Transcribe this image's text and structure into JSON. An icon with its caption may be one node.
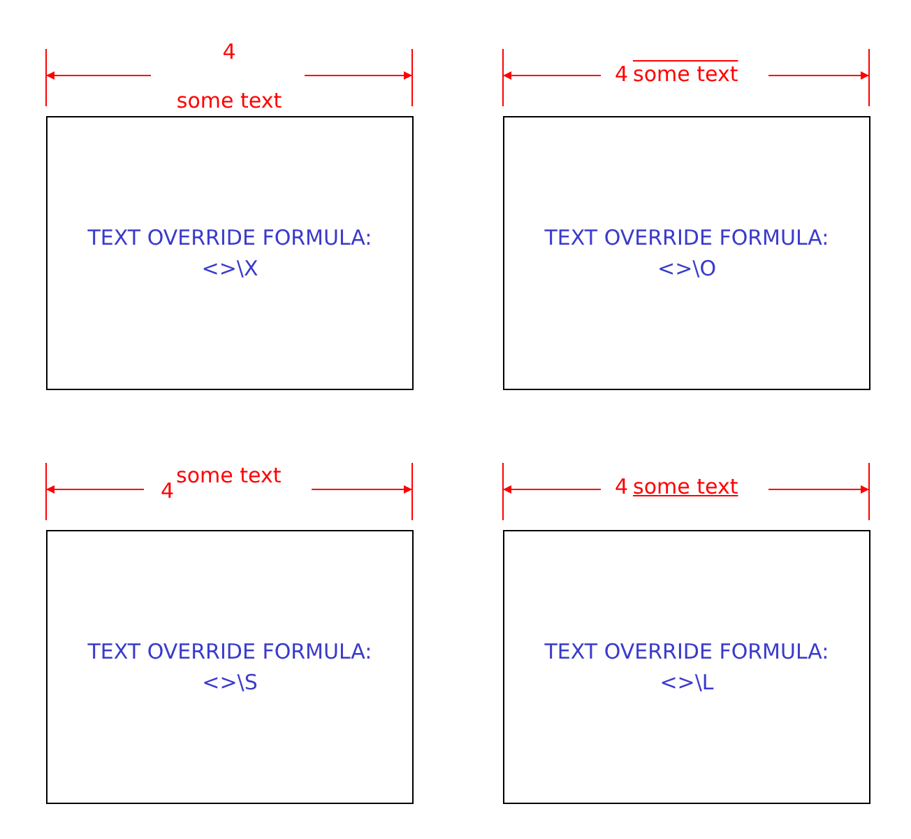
{
  "diagram": {
    "nodes": [
      {
        "text": [
          "TEXT OVERRIDE FORMULA: <>\\X"
        ]
      },
      {
        "text": [
          "TEXT OVERRIDE FORMULA: <>\\O"
        ]
      },
      {
        "text": [
          "TEXT OVERRIDE FORMULA: <>\\S"
        ]
      },
      {
        "text": [
          "TEXT OVERRIDE FORMULA: <>\\L"
        ]
      }
    ],
    "labels": [
      "4",
      "some text",
      "4",
      "some text",
      "4",
      "some text",
      "4",
      "some text"
    ]
  }
}
